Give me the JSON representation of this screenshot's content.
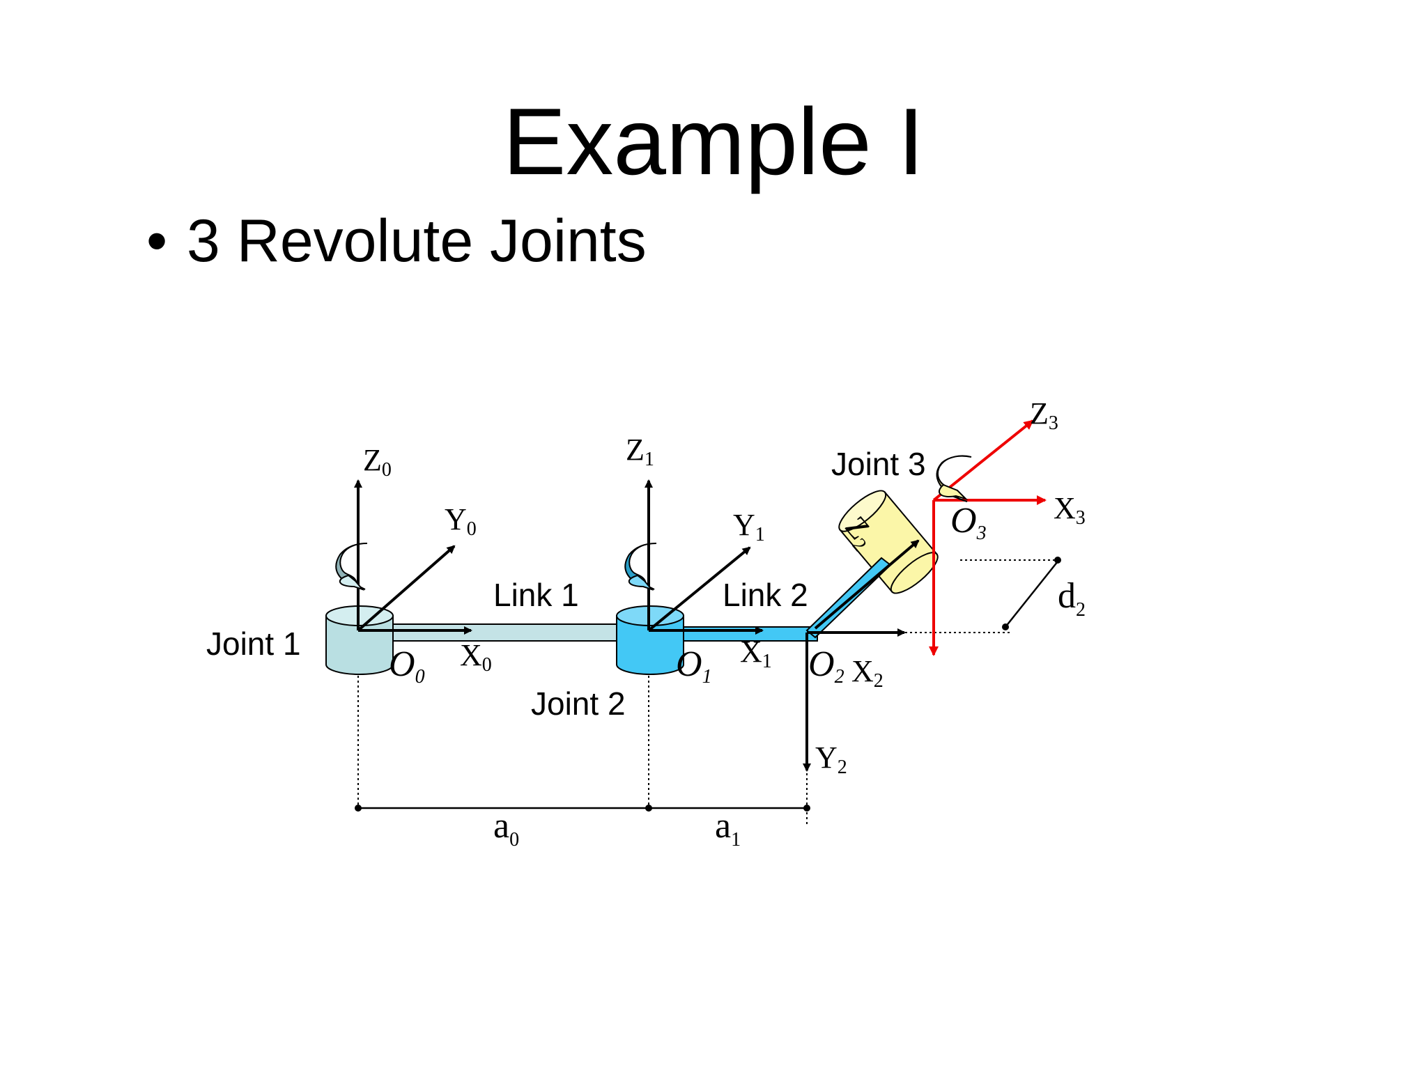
{
  "title": "Example I",
  "bullet": {
    "marker": "•",
    "text": "3 Revolute Joints"
  },
  "labels": {
    "joint1": "Joint 1",
    "joint2": "Joint 2",
    "joint3": "Joint 3",
    "link1": "Link 1",
    "link2": "Link 2"
  },
  "axes": {
    "z0": {
      "base": "Z",
      "sub": "0"
    },
    "y0": {
      "base": "Y",
      "sub": "0"
    },
    "x0": {
      "base": "X",
      "sub": "0"
    },
    "z1": {
      "base": "Z",
      "sub": "1"
    },
    "y1": {
      "base": "Y",
      "sub": "1"
    },
    "x1": {
      "base": "X",
      "sub": "1"
    },
    "z2": {
      "base": "Z",
      "sub": "2"
    },
    "x2": {
      "base": "X",
      "sub": "2"
    },
    "y2": {
      "base": "Y",
      "sub": "2"
    },
    "z3": {
      "base": "Z",
      "sub": "3"
    },
    "x3": {
      "base": "X",
      "sub": "3"
    }
  },
  "origins": {
    "o0": {
      "base": "O",
      "sub": "0"
    },
    "o1": {
      "base": "O",
      "sub": "1"
    },
    "o2": {
      "base": "O",
      "sub": "2"
    },
    "o3": {
      "base": "O",
      "sub": "3"
    }
  },
  "dimensions": {
    "a0": {
      "base": "a",
      "sub": "0"
    },
    "a1": {
      "base": "a",
      "sub": "1"
    },
    "d2": {
      "base": "d",
      "sub": "2"
    }
  },
  "colors": {
    "joint1_fill": "#b9dfe2",
    "joint2_fill": "#43c8f5",
    "link1_fill": "#c4e3e6",
    "link2_fill": "#43c8f5",
    "joint3_fill": "#fbf6a8",
    "frame3_axis": "#ee0000",
    "rot_arrow1": "#8fb2b6",
    "rot_arrow2": "#2a9fc8",
    "rot_arrow3": "#b5b27a"
  }
}
